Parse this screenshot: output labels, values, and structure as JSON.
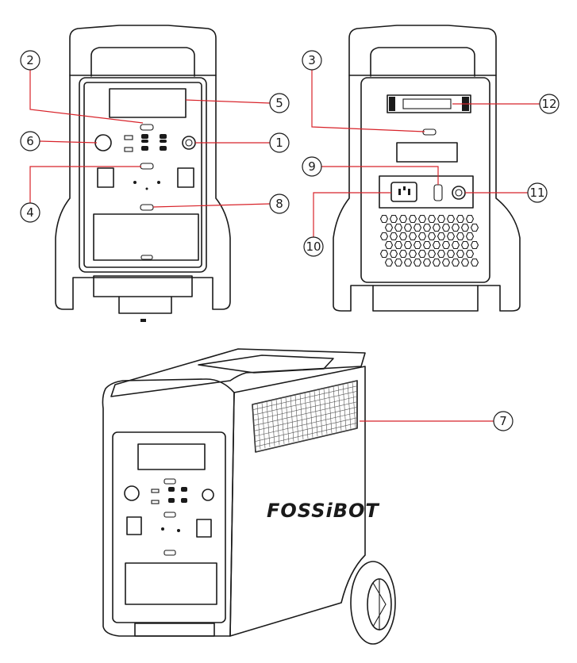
{
  "brand": {
    "logo_text": "FOSSiBOT"
  },
  "callouts": [
    {
      "id": "c1",
      "label": "1"
    },
    {
      "id": "c2",
      "label": "2"
    },
    {
      "id": "c3",
      "label": "3"
    },
    {
      "id": "c4",
      "label": "4"
    },
    {
      "id": "c5",
      "label": "5"
    },
    {
      "id": "c6",
      "label": "6"
    },
    {
      "id": "c7",
      "label": "7"
    },
    {
      "id": "c8",
      "label": "8"
    },
    {
      "id": "c9",
      "label": "9"
    },
    {
      "id": "c10",
      "label": "10"
    },
    {
      "id": "c11",
      "label": "11"
    },
    {
      "id": "c12",
      "label": "12"
    }
  ],
  "colors": {
    "leader_line": "#d8232a",
    "outline": "#1a1a1a",
    "background": "#ffffff"
  }
}
